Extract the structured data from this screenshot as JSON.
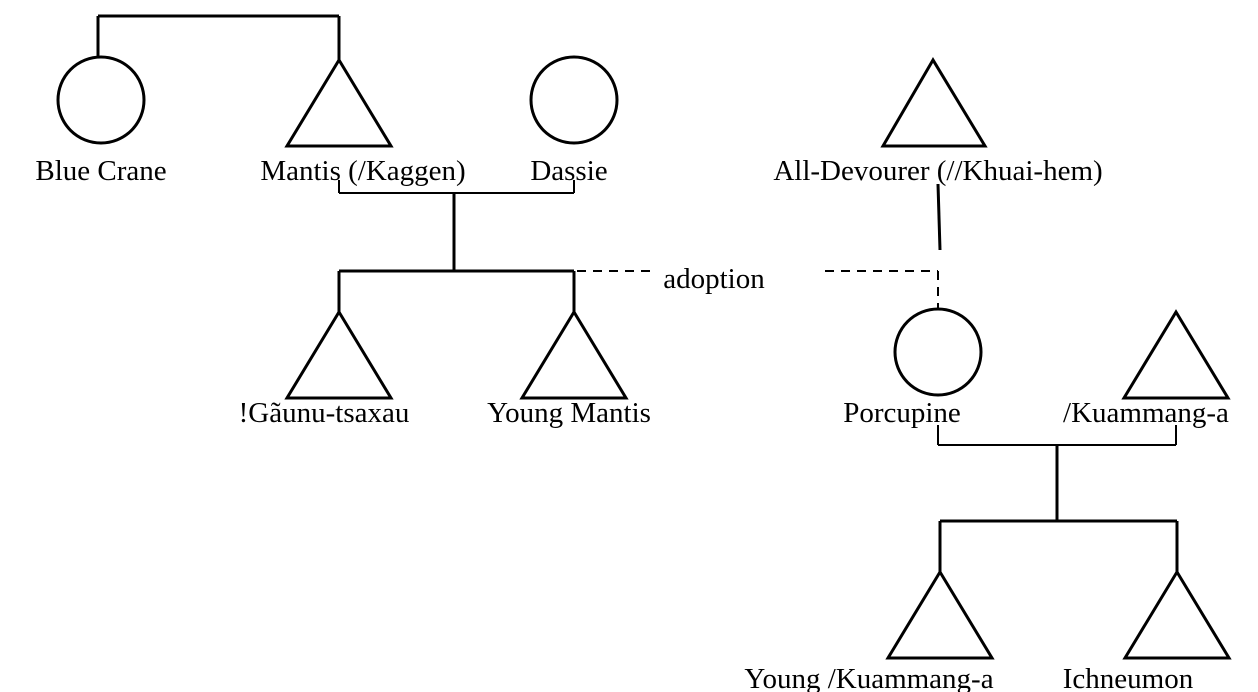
{
  "persons": [
    {
      "id": "blue-crane",
      "name": "Blue Crane",
      "sex": "female"
    },
    {
      "id": "mantis",
      "name": "Mantis (/Kaggen)",
      "sex": "male"
    },
    {
      "id": "dassie",
      "name": "Dassie",
      "sex": "female"
    },
    {
      "id": "all-devourer",
      "name": "All-Devourer (//Khuai-hem)",
      "sex": "male"
    },
    {
      "id": "gaunu-tsaxau",
      "name": "!Gãunu-tsaxau",
      "sex": "male"
    },
    {
      "id": "young-mantis",
      "name": "Young Mantis",
      "sex": "male"
    },
    {
      "id": "porcupine",
      "name": "Porcupine",
      "sex": "female"
    },
    {
      "id": "kuammang-a",
      "name": "/Kuammang-a",
      "sex": "male"
    },
    {
      "id": "young-kuammang-a",
      "name": "Young /Kuammang-a",
      "sex": "male"
    },
    {
      "id": "ichneumon",
      "name": "Ichneumon",
      "sex": "male"
    }
  ],
  "relations": [
    {
      "type": "sibling-bond",
      "between": [
        "blue-crane",
        "mantis"
      ]
    },
    {
      "type": "marriage",
      "between": [
        "mantis",
        "dassie"
      ],
      "children": [
        "gaunu-tsaxau",
        "young-mantis"
      ]
    },
    {
      "type": "adoption",
      "label": "adoption",
      "from": "all-devourer",
      "to": "porcupine",
      "link": "young-mantis"
    },
    {
      "type": "marriage",
      "between": [
        "porcupine",
        "kuammang-a"
      ],
      "children": [
        "young-kuammang-a",
        "ichneumon"
      ]
    }
  ]
}
